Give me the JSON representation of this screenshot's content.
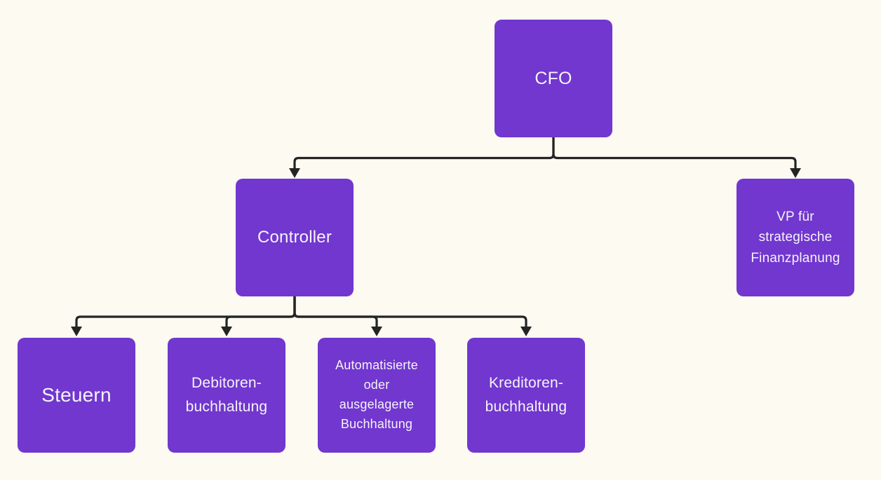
{
  "diagram": {
    "type": "org-chart",
    "nodes": [
      {
        "id": "cfo",
        "label": "CFO"
      },
      {
        "id": "controller",
        "label": "Controller"
      },
      {
        "id": "vp-strategische-finanzplanung",
        "label": "VP für\nstrategische\nFinanzplanung"
      },
      {
        "id": "steuern",
        "label": "Steuern"
      },
      {
        "id": "debitorenbuchhaltung",
        "label": "Debitoren-\nbuchhaltung"
      },
      {
        "id": "automatisierte-buchhaltung",
        "label": "Automatisierte\noder\nausgelagerte\nBuchhaltung"
      },
      {
        "id": "kreditorenbuchhaltung",
        "label": "Kreditoren-\nbuchhaltung"
      }
    ],
    "edges": [
      {
        "from": "cfo",
        "to": "controller"
      },
      {
        "from": "cfo",
        "to": "vp-strategische-finanzplanung"
      },
      {
        "from": "controller",
        "to": "steuern"
      },
      {
        "from": "controller",
        "to": "debitorenbuchhaltung"
      },
      {
        "from": "controller",
        "to": "automatisierte-buchhaltung"
      },
      {
        "from": "controller",
        "to": "kreditorenbuchhaltung"
      }
    ],
    "arrow_style": "filled-triangle-down",
    "colors": {
      "background": "#FDFAF1",
      "node_fill": "#7137CE",
      "node_text": "#F6F3FB",
      "connector": "#242424"
    }
  }
}
